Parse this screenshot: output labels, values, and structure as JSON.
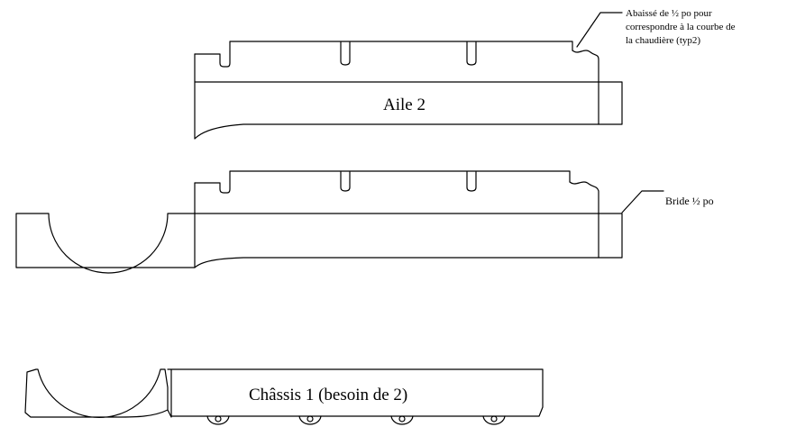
{
  "labels": {
    "part_wing": "Aile 2",
    "part_chassis": "Châssis 1 (besoin de 2)",
    "note_lowered_line1": "Abaissé de ½ po pour",
    "note_lowered_line2": "correspondre à la courbe de",
    "note_lowered_line3": "la chaudière (typ2)",
    "note_flange": "Bride ½ po"
  },
  "colors": {
    "line": "#000000",
    "background": "#ffffff"
  }
}
